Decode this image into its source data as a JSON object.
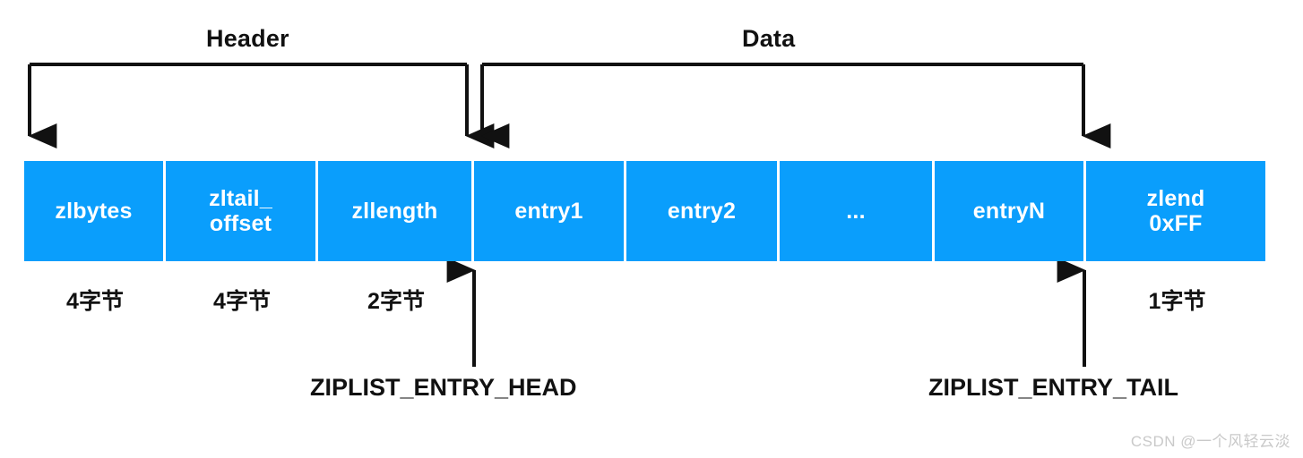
{
  "diagram": {
    "brackets": [
      {
        "id": "header",
        "label": "Header"
      },
      {
        "id": "data",
        "label": "Data"
      }
    ],
    "cells": [
      {
        "id": "zlbytes",
        "line1": "zlbytes",
        "line2": ""
      },
      {
        "id": "zltail",
        "line1": "zltail_",
        "line2": "offset"
      },
      {
        "id": "zllength",
        "line1": "zllength",
        "line2": ""
      },
      {
        "id": "entry1",
        "line1": "entry1",
        "line2": ""
      },
      {
        "id": "entry2",
        "line1": "entry2",
        "line2": ""
      },
      {
        "id": "ellipsis",
        "line1": "...",
        "line2": ""
      },
      {
        "id": "entryn",
        "line1": "entryN",
        "line2": ""
      },
      {
        "id": "zlend",
        "line1": "zlend",
        "line2": "0xFF"
      }
    ],
    "sizes": [
      {
        "id": "zlbytes",
        "text": "4字节"
      },
      {
        "id": "zltail",
        "text": "4字节"
      },
      {
        "id": "zllength",
        "text": "2字节"
      },
      {
        "id": "zlend",
        "text": "1字节"
      }
    ],
    "pointers": [
      {
        "id": "head",
        "label": "ZIPLIST_ENTRY_HEAD"
      },
      {
        "id": "tail",
        "label": "ZIPLIST_ENTRY_TAIL"
      }
    ],
    "colors": {
      "cell_fill": "#0a9efc",
      "cell_text": "#ffffff",
      "stroke": "#111111",
      "background": "#ffffff",
      "watermark": "#c9c9c9"
    }
  },
  "watermark": {
    "text": "CSDN @一个风轻云淡"
  }
}
